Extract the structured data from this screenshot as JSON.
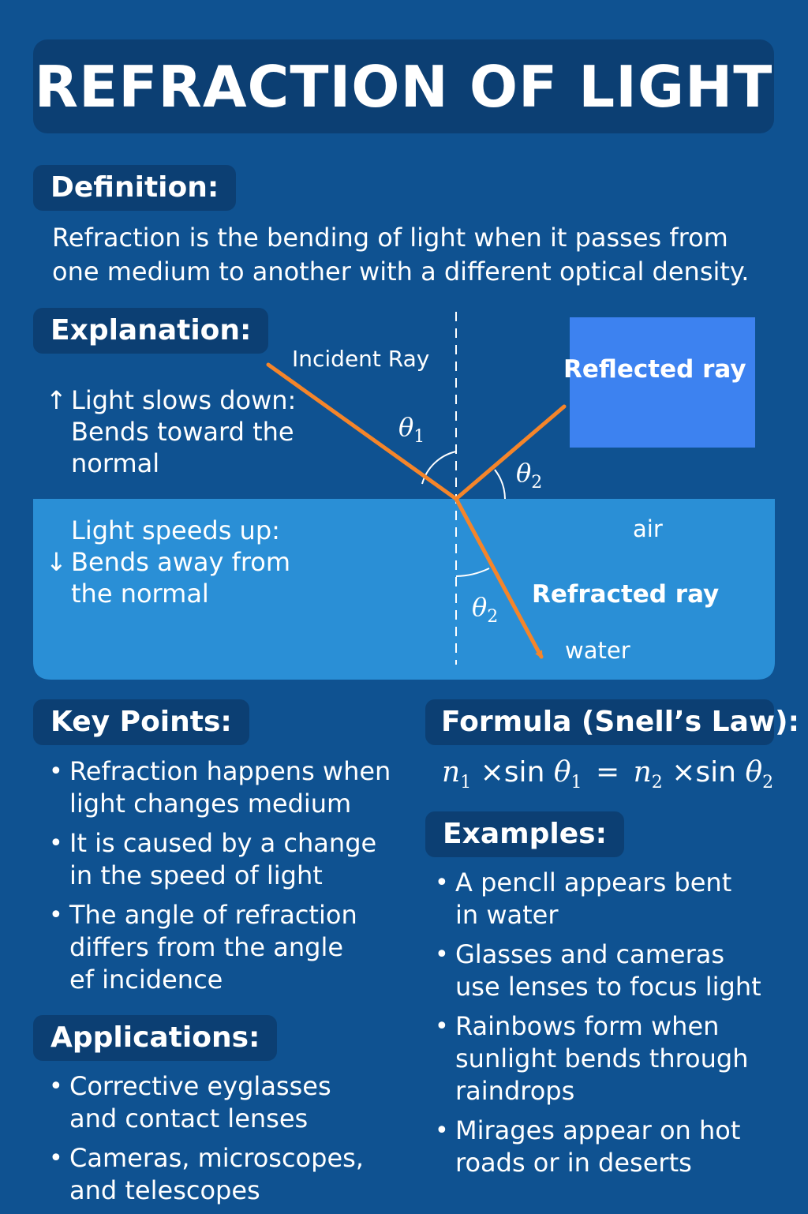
{
  "title": "REFRACTION OF LIGHT",
  "definition": {
    "heading": "Definition:",
    "lines": [
      "Refraction is the bending of light when it passes from",
      "one medium to another with a different optical density."
    ]
  },
  "explanation": {
    "heading": "Explanation:",
    "slow": {
      "arrow": "↑",
      "lines": [
        "Light slows down:",
        "Bends toward the",
        "normal"
      ]
    },
    "fast": {
      "arrow": "↓",
      "lines": [
        "Light speeds up:",
        "Bends away from",
        "the normal"
      ]
    }
  },
  "diagram": {
    "incident_label": "Incident Ray",
    "reflected_label": "Reflected ray",
    "refracted_label": "Refracted ray",
    "air_label": "air",
    "water_label": "water",
    "theta1_symbol": "θ",
    "theta1_sub": "1",
    "theta2_symbol": "θ",
    "theta2_sub": "2",
    "colors": {
      "ray": "#f5852a",
      "water": "#2a8fd6",
      "reflected_box": "#3d82f0",
      "normal_line": "#ffffff"
    }
  },
  "key_points": {
    "heading": "Key Points:",
    "items": [
      [
        "Refraction happens when",
        "light changes medium"
      ],
      [
        "It is caused by a change",
        "in the speed of light"
      ],
      [
        "The angle of refraction",
        "differs from the angle",
        "ef incidence"
      ]
    ]
  },
  "formula": {
    "heading": "Formula (Snell’s Law):",
    "n1": "n",
    "n1_sub": "1",
    "times1": "×sin",
    "theta1": "θ",
    "theta1_sub": "1",
    "equals": "=",
    "n2": "n",
    "n2_sub": "2",
    "times2": "×sin",
    "theta2": "θ",
    "theta2_sub": "2"
  },
  "examples": {
    "heading": "Examples:",
    "items": [
      [
        "A pencll appears bent",
        "in water"
      ],
      [
        "Glasses and cameras",
        "use lenses to focus light"
      ],
      [
        "Rainbows form when",
        "sunlight bends through",
        "raindrops"
      ],
      [
        "Mirages appear on hot",
        "roads or in deserts"
      ]
    ]
  },
  "applications": {
    "heading": "Applications:",
    "items": [
      [
        "Corrective eyglasses",
        "and contact lenses"
      ],
      [
        "Cameras, microscopes,",
        "and telescopes"
      ]
    ]
  }
}
